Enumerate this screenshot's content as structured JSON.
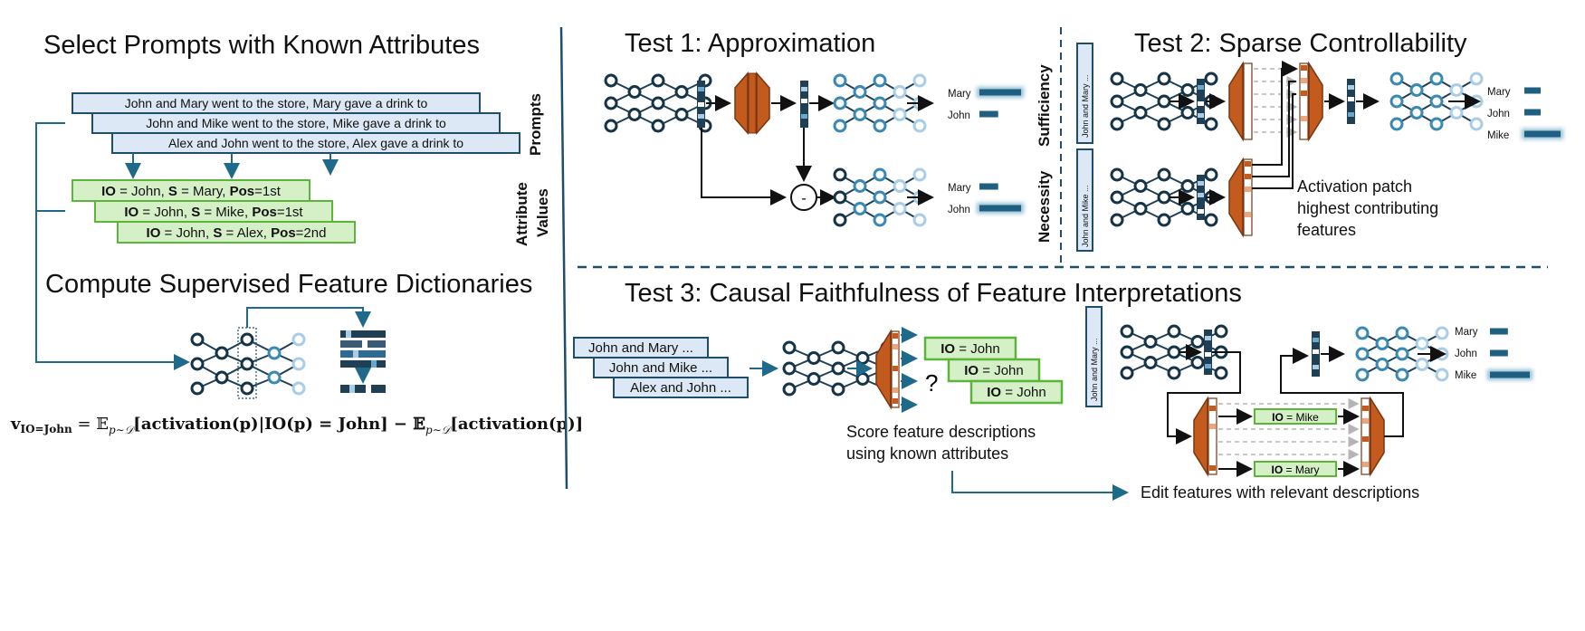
{
  "left": {
    "title_select": "Select Prompts with Known Attributes",
    "prompts": [
      "John and Mary went to the store, Mary gave a drink to",
      "John and Mike went to the store, Mike gave a drink to",
      "Alex and John went to the store, Alex gave a drink to"
    ],
    "prompts_label": "Prompts",
    "attribute_label_1": "Attribute",
    "attribute_label_2": "Values",
    "attributes": [
      {
        "io_key": "IO",
        "io_val": " = John, ",
        "s_key": "S",
        "s_val": " = Mary, ",
        "pos_key": "Pos",
        "pos_val": "=1st"
      },
      {
        "io_key": "IO",
        "io_val": " = John, ",
        "s_key": "S",
        "s_val": " = Mike, ",
        "pos_key": "Pos",
        "pos_val": "=1st"
      },
      {
        "io_key": "IO",
        "io_val": " = John, ",
        "s_key": "S",
        "s_val": " = Alex, ",
        "pos_key": "Pos",
        "pos_val": "=2nd"
      }
    ],
    "title_compute": "Compute Supervised Feature Dictionaries",
    "formula": {
      "v": "v",
      "v_sub": "IO=John",
      "eq": " = 𝔼",
      "sub1": "p∼𝒟",
      "act1": "[activation(p)|IO(p) = John] − 𝔼",
      "sub2": "p∼𝒟",
      "act2": "[activation(p)]"
    }
  },
  "test1": {
    "title": "Test 1: Approximation",
    "top_outputs": [
      {
        "label": "Mary",
        "value": 1.0
      },
      {
        "label": "John",
        "value": 0.45
      }
    ],
    "bottom_outputs": [
      {
        "label": "Mary",
        "value": 0.45
      },
      {
        "label": "John",
        "value": 1.0
      }
    ],
    "minus_symbol": "-"
  },
  "test2": {
    "title": "Test 2: Sparse Controllability",
    "sufficiency_label": "Sufficiency",
    "necessity_label": "Necessity",
    "input_top": "John and Mary ...",
    "input_bottom": "John and Mike ...",
    "outputs": [
      {
        "label": "Mary",
        "value": 0.45
      },
      {
        "label": "John",
        "value": 0.45
      },
      {
        "label": "Mike",
        "value": 1.0
      }
    ],
    "patch_caption": [
      "Activation patch",
      "highest contributing",
      "features"
    ]
  },
  "test3": {
    "title": "Test 3: Causal Faithfulness of Feature Interpretations",
    "inputs": [
      "John and Mary ...",
      "John and Mike ...",
      "Alex and John ..."
    ],
    "io_labels": [
      {
        "key": "IO",
        "val": " = John"
      },
      {
        "key": "IO",
        "val": " = John"
      },
      {
        "key": "IO",
        "val": " = John"
      }
    ],
    "question_mark": "?",
    "score_caption": [
      "Score feature descriptions",
      "using known attributes"
    ],
    "side_input": "John and Mary ...",
    "edit_io_top": {
      "key": "IO",
      "val": " = Mike"
    },
    "edit_io_bottom": {
      "key": "IO",
      "val": " = Mary"
    },
    "outputs": [
      {
        "label": "Mary",
        "value": 0.45
      },
      {
        "label": "John",
        "value": 0.45
      },
      {
        "label": "Mike",
        "value": 1.0
      }
    ],
    "edit_caption": "Edit features with relevant descriptions"
  },
  "colors": {
    "dark_blue": "#1f4e6b",
    "mid_blue": "#3a89b5",
    "light_blue": "#a9cde6",
    "prompt_fill": "#dce8f5",
    "green_fill": "#d5f0c7",
    "green_stroke": "#5db43a",
    "orange": "#c35a1e"
  }
}
